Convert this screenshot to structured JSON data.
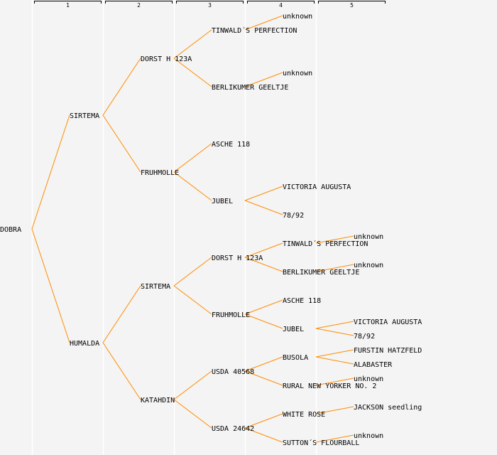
{
  "generation_headers": [
    "1",
    "2",
    "3",
    "4",
    "5"
  ],
  "colors": {
    "edge": "#ff8c00",
    "highlight": "#0000ff",
    "text": "#000000",
    "separator": "#ffffff",
    "background": "#f4f4f4"
  },
  "tree": {
    "name": "DOBRA",
    "parents": [
      {
        "name": "SIRTEMA",
        "parents": [
          {
            "name": "DORST H 123A",
            "parents": [
              {
                "name": "TINWALD´S PERFECTION",
                "parents": [
                  {
                    "name": "unknown"
                  },
                  null
                ]
              },
              {
                "name": "BERLIKUMER GEELTJE",
                "parents": [
                  {
                    "name": "unknown"
                  },
                  null
                ]
              }
            ]
          },
          {
            "name": "FRUHMOLLE",
            "parents": [
              {
                "name": "ASCHE 118"
              },
              {
                "name": "JUBEL",
                "parents": [
                  {
                    "name": "VICTORIA AUGUSTA"
                  },
                  {
                    "name": "78/92"
                  }
                ]
              }
            ]
          }
        ]
      },
      {
        "name": "HUMALDA",
        "parents": [
          {
            "name": "SIRTEMA",
            "parents": [
              {
                "name": "DORST H 123A",
                "parents": [
                  {
                    "name": "TINWALD´S PERFECTION",
                    "parents": [
                      {
                        "name": "unknown"
                      },
                      null
                    ]
                  },
                  {
                    "name": "BERLIKUMER GEELTJE",
                    "parents": [
                      {
                        "name": "unknown"
                      },
                      null
                    ]
                  }
                ]
              },
              {
                "name": "FRUHMOLLE",
                "parents": [
                  {
                    "name": "ASCHE 118"
                  },
                  {
                    "name": "JUBEL",
                    "parents": [
                      {
                        "name": "VICTORIA AUGUSTA"
                      },
                      {
                        "name": "78/92"
                      }
                    ]
                  }
                ]
              }
            ]
          },
          {
            "name": "KATAHDIN",
            "parents": [
              {
                "name": "USDA 40568",
                "parents": [
                  {
                    "name": "BUSOLA",
                    "parents": [
                      {
                        "name": "FURSTIN HATZFELD"
                      },
                      {
                        "name": "ALABASTER"
                      }
                    ]
                  },
                  {
                    "name": "RURAL NEW YORKER NO. 2",
                    "parents": [
                      {
                        "name": "unknown"
                      },
                      null
                    ]
                  }
                ]
              },
              {
                "name": "USDA 24642",
                "parents": [
                  {
                    "name": "WHITE ROSE",
                    "highlight": true,
                    "parents": [
                      {
                        "name": "JACKSON seedling"
                      },
                      null
                    ]
                  },
                  {
                    "name": "SUTTON´S FLOURBALL",
                    "parents": [
                      {
                        "name": "unknown"
                      },
                      null
                    ]
                  }
                ]
              }
            ]
          }
        ]
      }
    ]
  }
}
